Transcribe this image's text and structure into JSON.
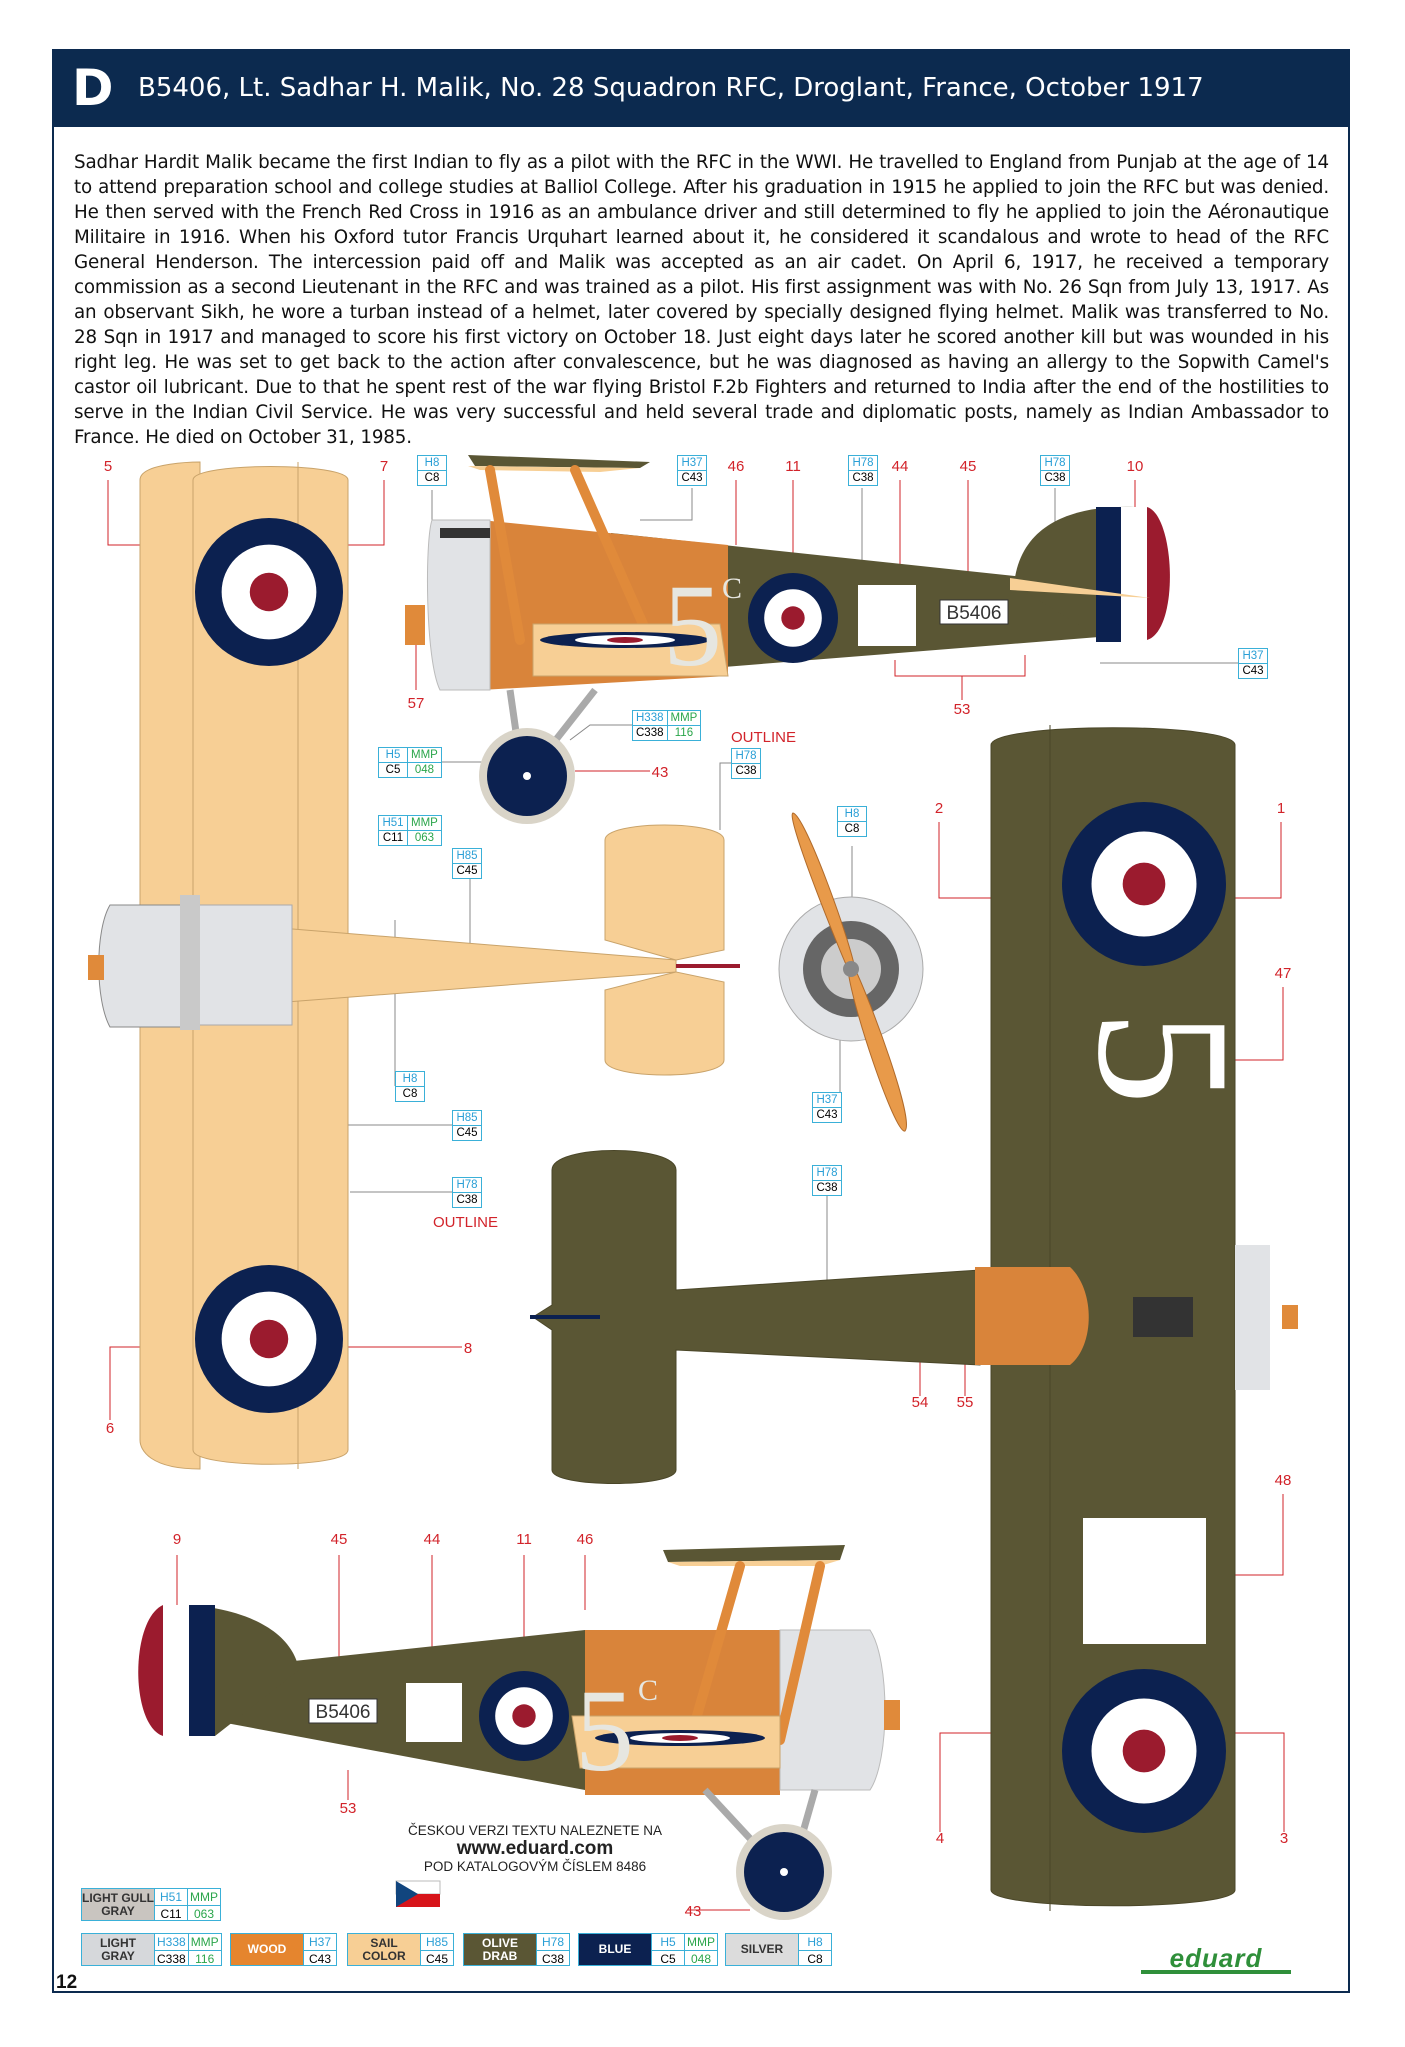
{
  "header": {
    "letter": "D",
    "title": "B5406, Lt. Sadhar H. Malik, No. 28 Squadron RFC, Droglant, France, October 1917"
  },
  "description": "Sadhar Hardit Malik became the first Indian to fly as a pilot with the RFC in the WWI. He travelled to England from Punjab at the age of 14 to attend preparation school and college studies at Balliol College. After his graduation in 1915 he applied to join the RFC but was denied. He then served with the French Red Cross in 1916 as an ambulance driver and still determined to fly he applied to join the Aéronautique Militaire in 1916. When his Oxford tutor Francis Urquhart learned about it, he considered it scandalous and wrote to head of the RFC General Henderson. The intercession paid off and Malik was accepted as an air cadet. On April 6, 1917, he received a temporary commission as a second Lieutenant in the RFC and was trained as a pilot. His first assignment was with No. 26 Sqn from July 13, 1917. As an observant Sikh, he wore a turban instead of a helmet, later covered by specially designed flying helmet. Malik was transferred to No. 28 Sqn in 1917 and managed to score his first victory on October 18. Just eight days later he scored another kill but was wounded in his right leg. He was set to get back to the action after convalescence, but he was diagnosed as having an allergy to the Sopwith Camel's castor oil lubricant. Due to that he spent rest of the war flying Bristol F.2b Fighters and returned to India after the end of the hostilities to serve in the Indian Civil Service. He was very successful and held several trade and diplomatic posts, namely as Indian Ambassador to France. He died on October 31, 1985.",
  "aircraft": {
    "serial": "B5406",
    "code_number": "5",
    "code_letter": "C"
  },
  "callout_numbers": [
    "5",
    "7",
    "46",
    "11",
    "44",
    "45",
    "10",
    "57",
    "53",
    "43",
    "2",
    "1",
    "47",
    "8",
    "6",
    "54",
    "55",
    "48",
    "9",
    "45",
    "44",
    "11",
    "46",
    "53",
    "4",
    "3",
    "43"
  ],
  "callout_codes": [
    {
      "h": "H8",
      "c": "C8"
    },
    {
      "h": "H37",
      "c": "C43"
    },
    {
      "h": "H78",
      "c": "C38"
    },
    {
      "h": "H78",
      "c": "C38"
    },
    {
      "h": "H37",
      "c": "C43"
    },
    {
      "h": "H338",
      "c": "C338",
      "mh": "MMP",
      "mc": "116"
    },
    {
      "h": "H78",
      "c": "C38"
    },
    {
      "h": "H5",
      "c": "C5",
      "mh": "MMP",
      "mc": "048"
    },
    {
      "h": "H51",
      "c": "C11",
      "mh": "MMP",
      "mc": "063"
    },
    {
      "h": "H85",
      "c": "C45"
    },
    {
      "h": "H8",
      "c": "C8"
    },
    {
      "h": "H8",
      "c": "C8"
    },
    {
      "h": "H85",
      "c": "C45"
    },
    {
      "h": "H37",
      "c": "C43"
    },
    {
      "h": "H78",
      "c": "C38"
    },
    {
      "h": "H78",
      "c": "C38"
    }
  ],
  "outline_labels": [
    "OUTLINE",
    "OUTLINE"
  ],
  "czech_note": {
    "line1": "ČESKOU VERZI TEXTU NALEZNETE NA",
    "url": "www.eduard.com",
    "line2": "POD KATALOGOVÝM ČÍSLEM 8486"
  },
  "legend": [
    {
      "name": "LIGHT GULL GRAY",
      "h": "H51",
      "c": "C11",
      "mh": "MMP",
      "mc": "063",
      "color": "#c9c5c0",
      "text": "#333"
    },
    {
      "name": "LIGHT GRAY",
      "h": "H338",
      "c": "C338",
      "mh": "MMP",
      "mc": "116",
      "color": "#d6d8db",
      "text": "#333"
    },
    {
      "name": "WOOD",
      "h": "H37",
      "c": "C43",
      "color": "#e5852e",
      "text": "#fff"
    },
    {
      "name": "SAIL COLOR",
      "h": "H85",
      "c": "C45",
      "color": "#f7cf95",
      "text": "#333"
    },
    {
      "name": "OLIVE DRAB",
      "h": "H78",
      "c": "C38",
      "color": "#5a5634",
      "text": "#fff"
    },
    {
      "name": "BLUE",
      "h": "H5",
      "c": "C5",
      "mh": "MMP",
      "mc": "048",
      "color": "#0c2150",
      "text": "#fff"
    },
    {
      "name": "SILVER",
      "h": "H8",
      "c": "C8",
      "color": "#dcdcdc",
      "text": "#333"
    }
  ],
  "page_number": "12",
  "brand": "eduard",
  "colors": {
    "navy": "#0c2a4f",
    "olive": "#5a5634",
    "sail": "#f7cf95",
    "wood": "#e08a3a",
    "red": "#9b1b2e",
    "roundel_blue": "#0c2150",
    "callout_red": "#d2232a"
  }
}
